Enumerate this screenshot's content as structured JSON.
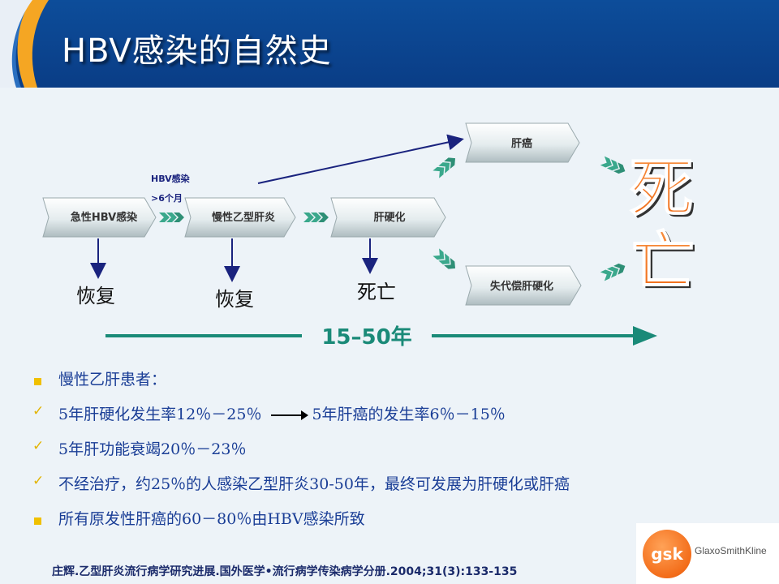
{
  "slide": {
    "title": "HBV感染的自然史"
  },
  "diagram": {
    "stages": {
      "acute": "急性HBV感染",
      "chronic": "慢性乙型肝炎",
      "cirrhosis": "肝硬化",
      "liver_cancer": "肝癌",
      "decompensated": "失代偿肝硬化"
    },
    "annotation_line1": "HBV感染",
    "annotation_line2": ">6个月",
    "outcome_recovery_1": "恢复",
    "outcome_recovery_2": "恢复",
    "outcome_death": "死亡",
    "big_death_char1": "死",
    "big_death_char2": "亡",
    "timeline_label": "15–50年",
    "colors": {
      "timeline": "#1a8a78",
      "chevron": "#3aa88c",
      "death": "#f47b2a",
      "outcome_arrow": "#1a237e"
    }
  },
  "bullets": [
    {
      "marker": "square",
      "text": "慢性乙肝患者："
    },
    {
      "marker": "check",
      "text": "5年肝硬化发生率12％－25％",
      "arrow_text": "5年肝癌的发生率6％－15％"
    },
    {
      "marker": "check",
      "text": "5年肝功能衰竭20％－23％"
    },
    {
      "marker": "check",
      "text": "不经治疗，约25％的人感染乙型肝炎30-50年，最终可发展为肝硬化或肝癌"
    },
    {
      "marker": "square",
      "text": "所有原发性肝癌的60－80％由HBV感染所致"
    }
  ],
  "citation": "庄辉.乙型肝炎流行病学研究进展.国外医学•流行病学传染病学分册.2004;31(3):133-135",
  "logo": {
    "mark": "gsk",
    "name": "GlaxoSmithKline",
    "colors": {
      "orange": "#f36d1a"
    }
  }
}
